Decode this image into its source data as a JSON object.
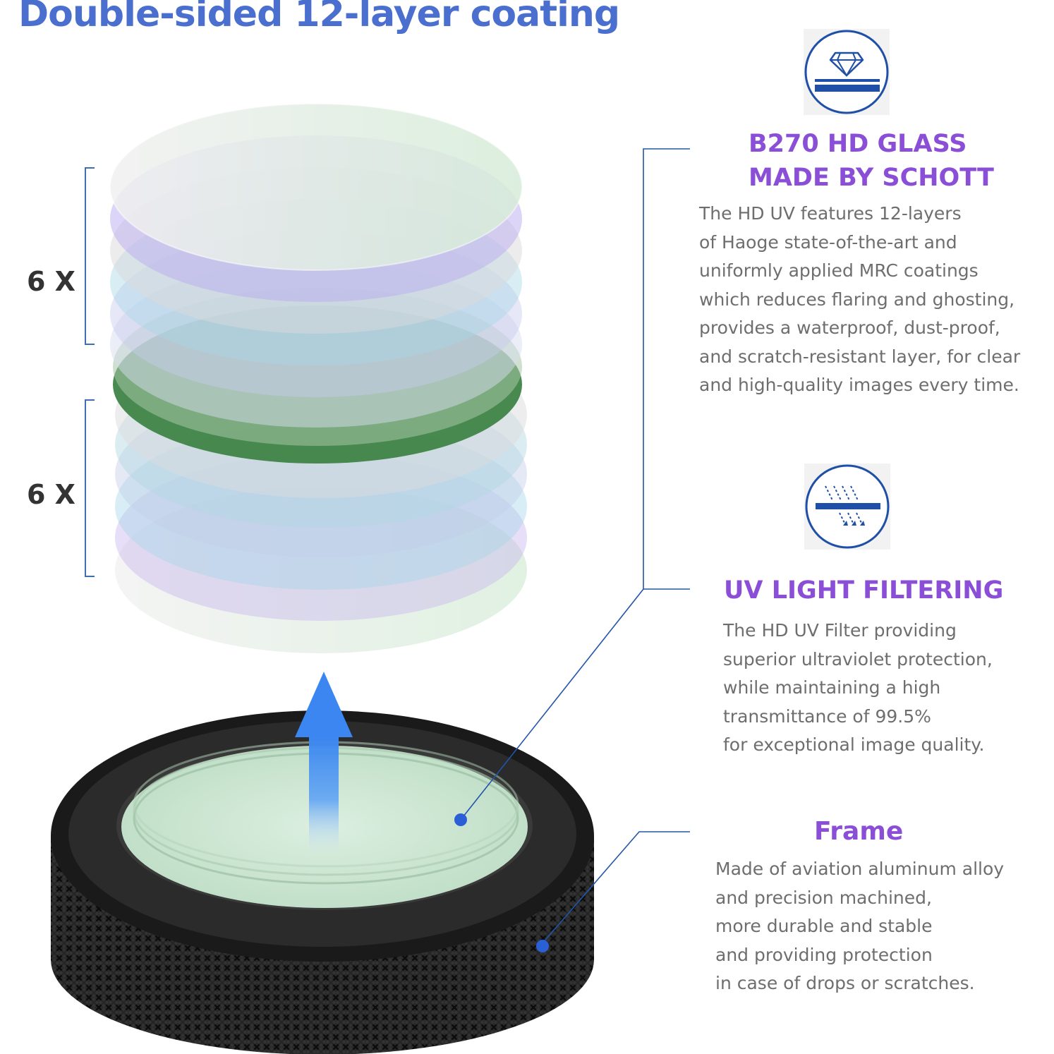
{
  "title": "Double-sided 12-layer coating",
  "layer_groups": [
    {
      "label": "6 X"
    },
    {
      "label": "6 X"
    }
  ],
  "features": [
    {
      "icon": "diamond-glass-icon",
      "heading_lines": [
        "B270 HD GLASS",
        "MADE BY SCHOTT"
      ],
      "body_lines": [
        "The HD UV features 12-layers",
        "of Haoge state-of-the-art and",
        "uniformly applied MRC coatings",
        "which reduces flaring and ghosting,",
        "provides a waterproof, dust-proof,",
        "and scratch-resistant layer, for clear",
        "and high-quality images every time."
      ]
    },
    {
      "icon": "uv-filter-icon",
      "heading_lines": [
        "UV LIGHT FILTERING"
      ],
      "body_lines": [
        "The HD UV Filter providing",
        "superior ultraviolet protection,",
        "while maintaining a high",
        "transmittance of 99.5%",
        "for exceptional image quality."
      ]
    },
    {
      "icon": "",
      "heading_lines": [
        "Frame"
      ],
      "body_lines": [
        "Made of aviation aluminum alloy",
        "and precision machined,",
        "more durable and stable",
        "and providing protection",
        "in case of drops or scratches."
      ]
    }
  ],
  "colors": {
    "title": "#4a6fcf",
    "heading": "#8a4fd6",
    "body": "#6e6e6e",
    "icon_blue": "#1f4fa6",
    "pointer": "#2255aa",
    "arrow": "#3f8ff0",
    "frame": "#1c1c1c",
    "glass": "#cfe6d3"
  }
}
